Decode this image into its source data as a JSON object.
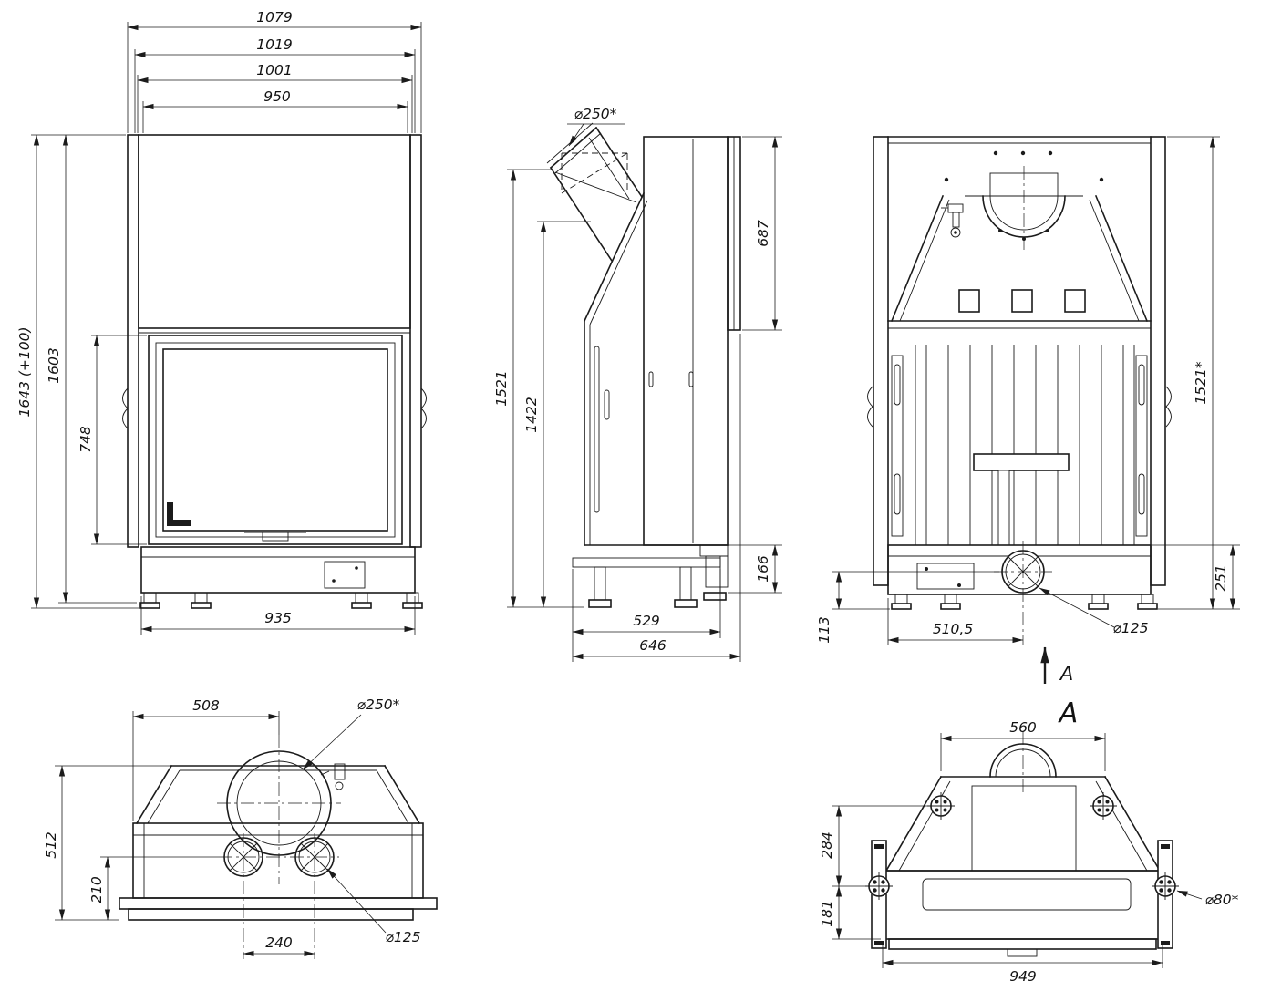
{
  "drawing": {
    "front_view": {
      "overall_width": "1079",
      "frame_width": "1019",
      "body_width": "1001",
      "opening_width": "950",
      "overall_height": "1643 (+100)",
      "height": "1603",
      "glass_height": "748",
      "base_width": "935"
    },
    "side_view": {
      "flue_diameter": "⌀250*",
      "upper_height": "687",
      "total_height": "1521",
      "body_height": "1422",
      "base_height": "166",
      "body_depth": "529",
      "overall_depth": "646"
    },
    "rear_view": {
      "height": "1521*",
      "lower_height": "251",
      "outlet_height": "113",
      "outlet_offset": "510,5",
      "outlet_diameter": "⌀125",
      "section_arrow_label": "A"
    },
    "top_view": {
      "flue_offset": "508",
      "flue_diameter": "⌀250*",
      "depth": "512",
      "front_depth": "210",
      "outlet_spacing": "240",
      "outlet_diameter": "⌀125"
    },
    "section_view": {
      "title": "A",
      "top_width": "560",
      "upper_height": "284",
      "lower_height": "181",
      "hole_diameter": "⌀80*",
      "bottom_width": "949"
    }
  }
}
